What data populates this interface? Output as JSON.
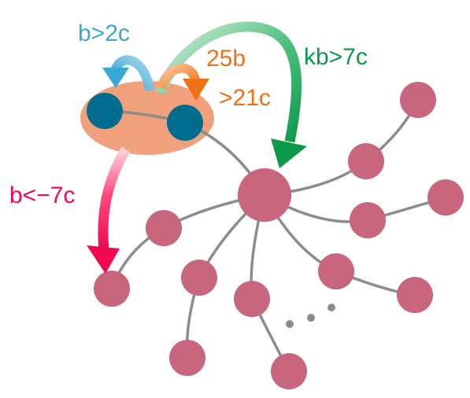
{
  "labels": {
    "blue": "b>2c",
    "orange_top": "25b",
    "orange_bottom": ">21c",
    "green": "kb>7c",
    "red": "b<−7c"
  },
  "colors": {
    "node": "#c8667e",
    "pair_node": "#006c8e",
    "edge": "#8c8c8c",
    "ellipse": "#f0a07a",
    "blue": "#3aa8d6",
    "orange": "#f07018",
    "green": "#0c9a4a",
    "red": "#f00850",
    "dots": "#8c8c8c"
  }
}
